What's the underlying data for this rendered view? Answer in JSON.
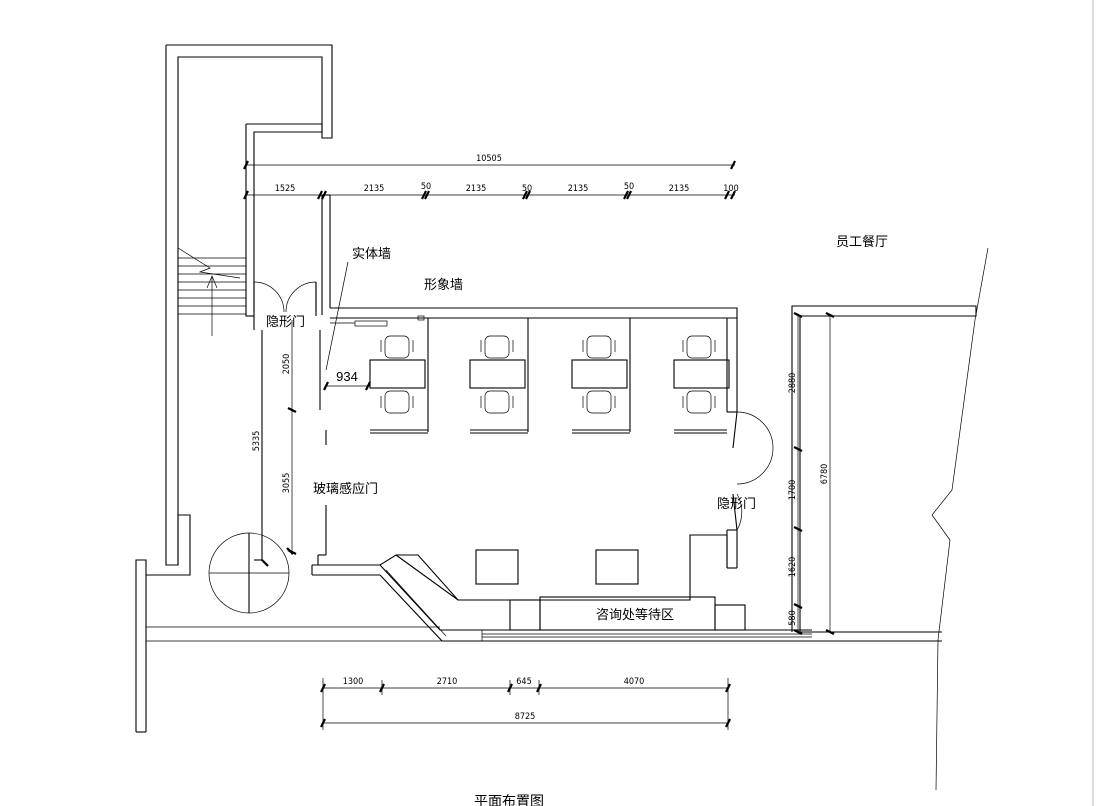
{
  "labels": {
    "solid_wall": "实体墙",
    "image_wall": "形象墙",
    "staff_canteen": "员工餐厅",
    "hidden_door_left": "隐形门",
    "hidden_door_right": "隐形门",
    "glass_door": "玻璃感应门",
    "consult_waiting": "咨询处等待区",
    "plan_title": "平面布置图"
  },
  "dimensions": {
    "top_total": "10505",
    "top_segments": [
      "1525",
      "2135",
      "50",
      "2135",
      "50",
      "2135",
      "50",
      "2135",
      "100"
    ],
    "left_total": "5335",
    "left_upper": "2050",
    "left_lower": "3055",
    "desk_width": "934",
    "right_total": "6780",
    "right_segments": [
      "2880",
      "1700",
      "1620",
      "580"
    ],
    "bottom_segments": [
      "1300",
      "2710",
      "645",
      "4070"
    ],
    "bottom_total": "8725"
  }
}
